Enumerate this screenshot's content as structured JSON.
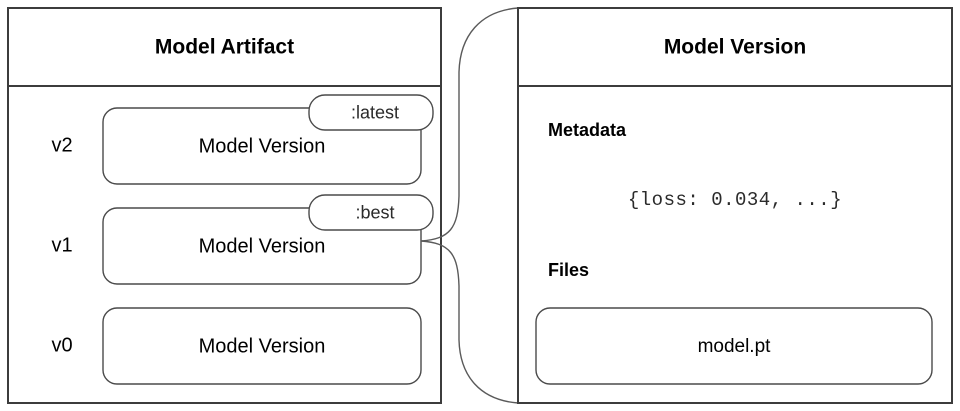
{
  "diagram": {
    "type": "entity-relationship-diagram",
    "background_color": "#ffffff",
    "stroke_color": "#3c3c3c",
    "text_color": "#000000"
  },
  "left_panel": {
    "title": "Model Artifact",
    "versions": [
      {
        "version_label": "v2",
        "node_label": "Model Version",
        "tag": ":latest"
      },
      {
        "version_label": "v1",
        "node_label": "Model Version",
        "tag": ":best"
      },
      {
        "version_label": "v0",
        "node_label": "Model Version",
        "tag": ""
      }
    ]
  },
  "right_panel": {
    "title": "Model Version",
    "sections": [
      {
        "heading": "Metadata",
        "value": "{loss: 0.034, ...}"
      },
      {
        "heading": "Files",
        "value": "model.pt"
      }
    ]
  },
  "connector": {
    "source": "v1",
    "target": "Model Version detail panel",
    "style": "curly-brace"
  }
}
